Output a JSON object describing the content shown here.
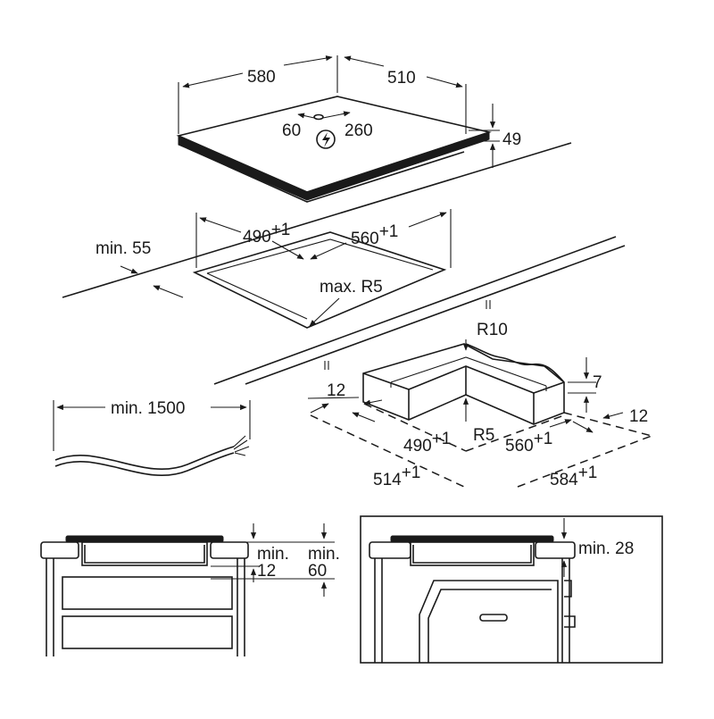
{
  "hob": {
    "width": "580",
    "depth": "510",
    "height": "49",
    "cable_left": "60",
    "cable_right": "260"
  },
  "cutout": {
    "width": "490",
    "width_tol": "+1",
    "depth": "560",
    "depth_tol": "+1",
    "front_min": "min. 55",
    "radius": "max. R5"
  },
  "cable": {
    "length": "min. 1500"
  },
  "frame": {
    "corner_radius": "R10",
    "inner_radius": "R5",
    "lip": "7",
    "side_left": "12",
    "side_right": "12",
    "inner_width": "490",
    "inner_width_tol": "+1",
    "inner_depth": "560",
    "inner_depth_tol": "+1",
    "outer_width": "514",
    "outer_width_tol": "+1",
    "outer_depth": "584",
    "outer_depth_tol": "+1",
    "parallel_mark": "II"
  },
  "drawer_install": {
    "gap_label_1": "min.",
    "gap_value_1": "12",
    "gap_label_2": "min.",
    "gap_value_2": "60"
  },
  "oven_install": {
    "gap": "min. 28"
  }
}
